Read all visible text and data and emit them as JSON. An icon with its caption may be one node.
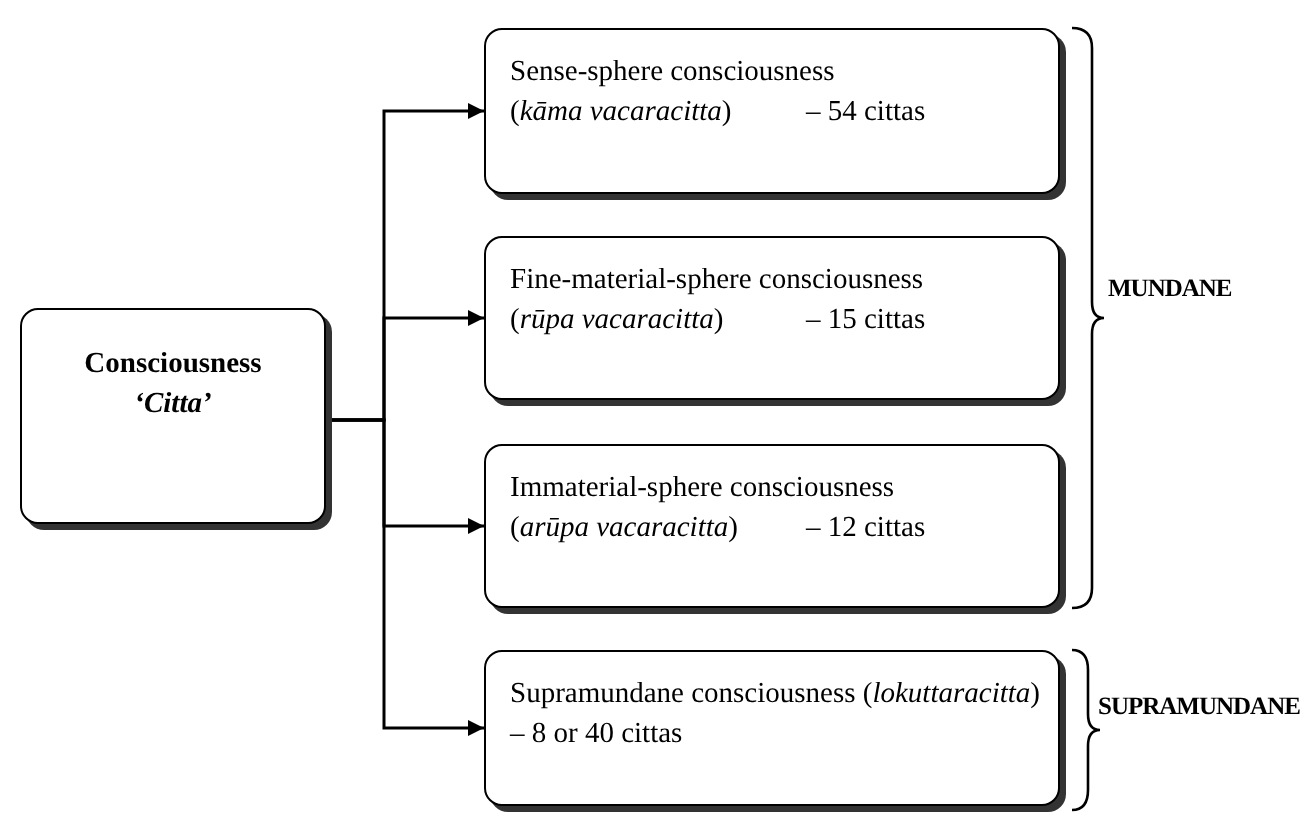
{
  "diagram": {
    "nodes": [
      {
        "text": [
          "Consciousness",
          "‘Citta’"
        ]
      },
      {
        "text": [
          "Sense-sphere consciousness",
          "(*kāma vacaracitta*)",
          "– 54 cittas"
        ]
      },
      {
        "text": [
          "Fine-material-sphere consciousness",
          "(*rūpa vacaracitta*)",
          "– 15 cittas"
        ]
      },
      {
        "text": [
          "Immaterial-sphere consciousness",
          "(*arūpa vacaracitta*)",
          "– 12 cittas"
        ]
      },
      {
        "text": [
          "Supramundane consciousness (*lokuttaracitta*)",
          "– 8 or 40 cittas"
        ]
      }
    ],
    "edges": [
      {
        "from": 0,
        "to": 1,
        "arrow": "to"
      },
      {
        "from": 0,
        "to": 2,
        "arrow": "to"
      },
      {
        "from": 0,
        "to": 3,
        "arrow": "to"
      },
      {
        "from": 0,
        "to": 4,
        "arrow": "to"
      }
    ],
    "labels": [
      "MUNDANE",
      "SUPRAMUNDANE"
    ]
  }
}
